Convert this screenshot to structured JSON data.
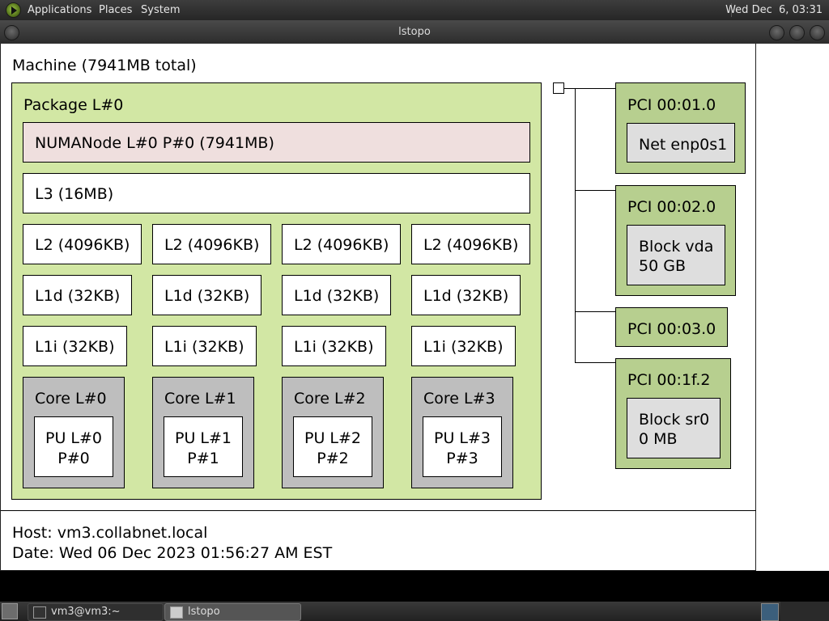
{
  "top_panel": {
    "menus": [
      "Applications",
      "Places",
      "System"
    ],
    "clock": "Wed Dec  6, 03:31"
  },
  "window": {
    "title": "lstopo"
  },
  "topology": {
    "machine": "Machine (7941MB total)",
    "package": "Package L#0",
    "numa": "NUMANode L#0 P#0 (7941MB)",
    "l3": "L3 (16MB)",
    "l2": [
      "L2 (4096KB)",
      "L2 (4096KB)",
      "L2 (4096KB)",
      "L2 (4096KB)"
    ],
    "l1d": [
      "L1d (32KB)",
      "L1d (32KB)",
      "L1d (32KB)",
      "L1d (32KB)"
    ],
    "l1i": [
      "L1i (32KB)",
      "L1i (32KB)",
      "L1i (32KB)",
      "L1i (32KB)"
    ],
    "cores": [
      {
        "label": "Core L#0",
        "pu_line1": "PU L#0",
        "pu_line2": "P#0"
      },
      {
        "label": "Core L#1",
        "pu_line1": "PU L#1",
        "pu_line2": "P#1"
      },
      {
        "label": "Core L#2",
        "pu_line1": "PU L#2",
        "pu_line2": "P#2"
      },
      {
        "label": "Core L#3",
        "pu_line1": "PU L#3",
        "pu_line2": "P#3"
      }
    ],
    "pci": [
      {
        "label": "PCI 00:01.0",
        "device_line1": "Net enp0s1",
        "device_line2": ""
      },
      {
        "label": "PCI 00:02.0",
        "device_line1": "Block vda",
        "device_line2": "50 GB"
      },
      {
        "label": "PCI 00:03.0"
      },
      {
        "label": "PCI 00:1f.2",
        "device_line1": "Block sr0",
        "device_line2": "0 MB"
      }
    ]
  },
  "legend": {
    "host": "Host: vm3.collabnet.local",
    "date": "Date: Wed 06 Dec 2023 01:56:27 AM EST"
  },
  "taskbar": {
    "items": [
      {
        "label": "vm3@vm3:~",
        "icon": "terminal-icon"
      },
      {
        "label": "lstopo",
        "icon": "window-icon"
      }
    ]
  }
}
